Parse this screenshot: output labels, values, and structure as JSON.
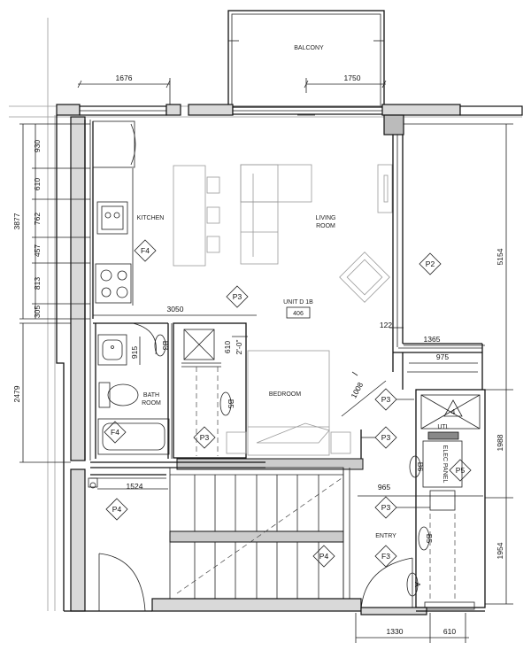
{
  "rooms": {
    "balcony": "BALCONY",
    "kitchen": "KITCHEN",
    "living": [
      "LIVING",
      "ROOM"
    ],
    "unit_title": "UNIT D 1B",
    "unit_number": "406",
    "bedroom": "BEDROOM",
    "bath": [
      "BATH",
      "ROOM"
    ],
    "utl": "UTL",
    "elec_panel": "ELEC PANEL",
    "entry": "ENTRY"
  },
  "dimensions": {
    "top_left": "1676",
    "top_right": "1750",
    "left_stack": [
      "930",
      "610",
      "762",
      "457",
      "813",
      "305"
    ],
    "left_total_upper": "3877",
    "left_total_lower": "2479",
    "right_upper": "5154",
    "right_mid": "1988",
    "right_lower": "1954",
    "kitchen_to_bed": "3050",
    "bath_915": "915",
    "closet_610": "610",
    "closet_2_0": "2'-0\"",
    "d122": "122",
    "d1365": "1365",
    "d975": "975",
    "d1008": "1008",
    "d1524": "1524",
    "d965": "965",
    "bottom_1330": "1330",
    "bottom_610": "610"
  },
  "tags": {
    "p2": "P2",
    "p3": "P3",
    "p4": "P4",
    "p5": "P5",
    "f3": "F3",
    "f4": "F4",
    "b3": "B3",
    "b5": "B5",
    "b6": "B6",
    "a": "A",
    "four": "4"
  }
}
